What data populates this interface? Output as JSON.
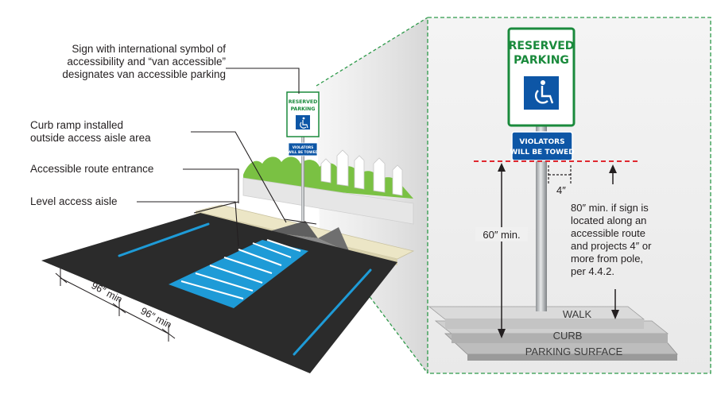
{
  "callouts": {
    "sign_symbol": [
      "Sign with international symbol of",
      "accessibility and “van accessible”",
      "designates van accessible parking"
    ],
    "curb_ramp": [
      "Curb ramp installed",
      "outside access aisle area"
    ],
    "route_entrance": "Accessible route entrance",
    "level_aisle": "Level access aisle"
  },
  "dimensions": {
    "space_width": "96″ min",
    "aisle_width": "96″ min"
  },
  "sign": {
    "line1": "RESERVED",
    "line2": "PARKING",
    "plate_line1": "VIOLATORS",
    "plate_line2": "WILL BE TOWED",
    "symbol_icon": "wheelchair-icon"
  },
  "detail": {
    "height_label": "60″ min.",
    "projection_label": "4″",
    "note": [
      "80″ min. if sign is",
      "located along an",
      "accessible route",
      "and projects 4″ or",
      "more from pole,",
      "per 4.4.2."
    ],
    "layers": {
      "walk": "WALK",
      "curb": "CURB",
      "parking": "PARKING SURFACE"
    }
  },
  "colors": {
    "sign_green": "#1a8a3c",
    "sign_blue": "#0d56a6",
    "stripe_blue": "#1e9bd7",
    "asphalt": "#2b2b2b",
    "grass": "#7ac143",
    "frame_green": "#2e9a4a",
    "dashed_red": "#e0282f"
  }
}
